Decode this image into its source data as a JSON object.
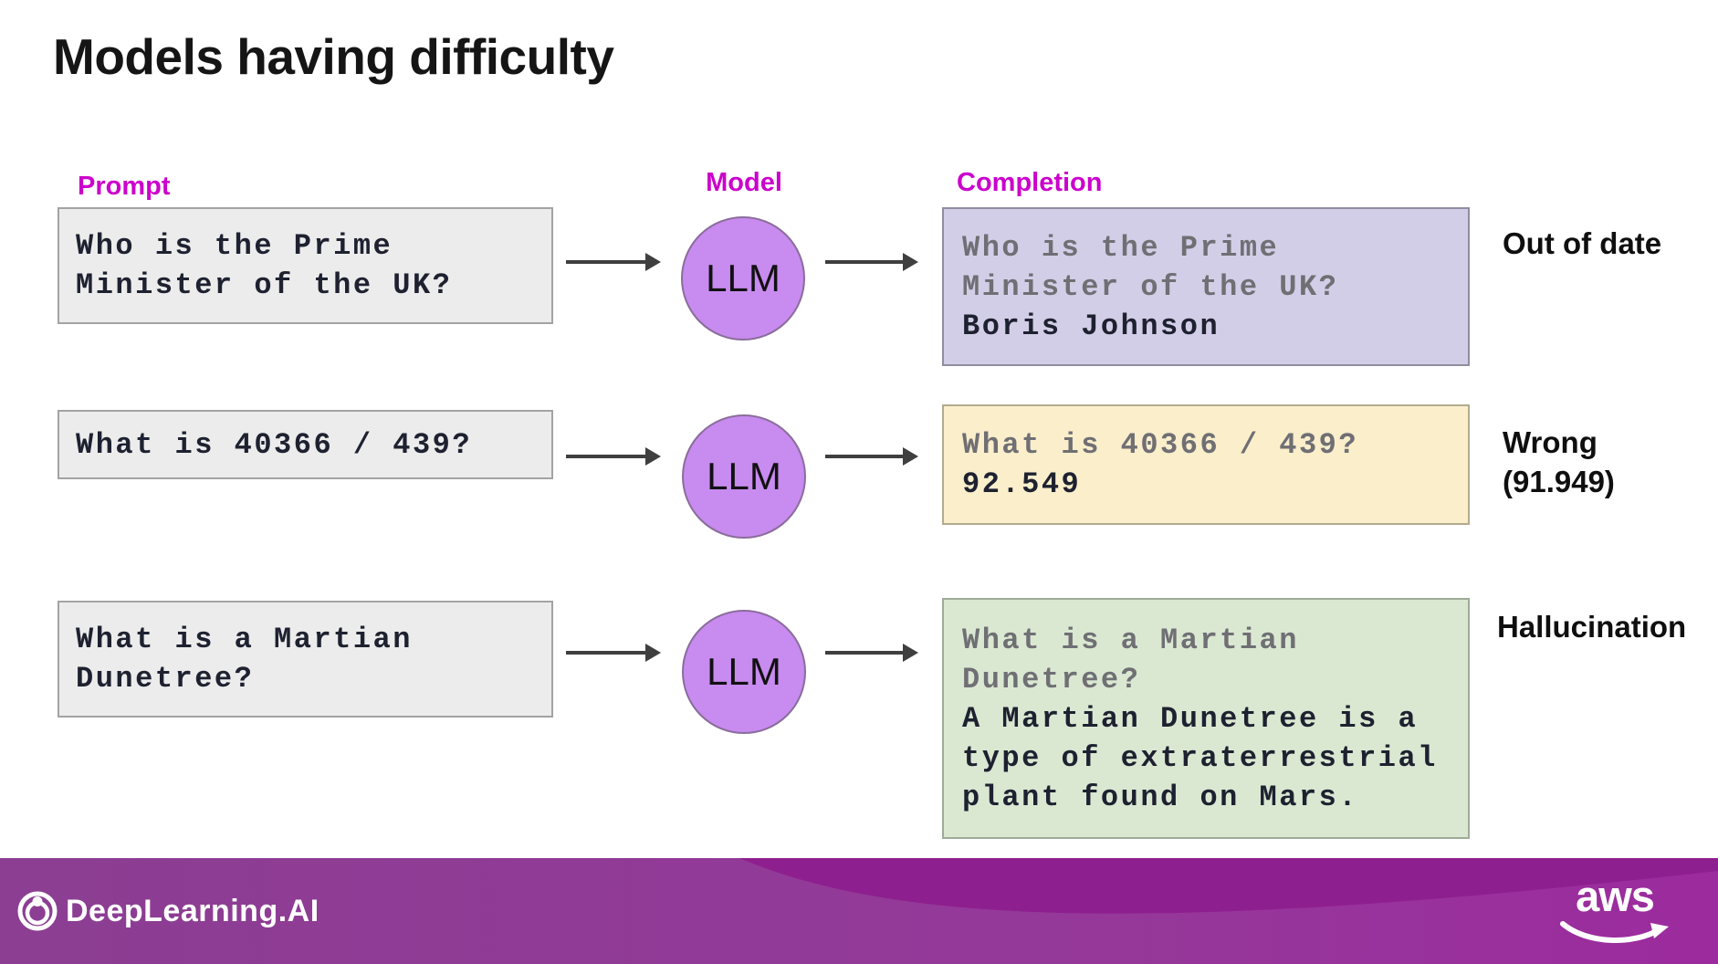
{
  "title": "Models having difficulty",
  "column_labels": {
    "prompt": "Prompt",
    "model": "Model",
    "completion": "Completion"
  },
  "model_node_label": "LLM",
  "rows": [
    {
      "prompt": "Who is the Prime\nMinister of the UK?",
      "completion_echo": "Who is the Prime\nMinister of the UK?",
      "completion_answer": "Boris Johnson",
      "annotation": "Out of date",
      "completion_bg": "#d3cee7",
      "completion_border": "#8f8da0"
    },
    {
      "prompt": "What is 40366 / 439?",
      "completion_echo": "What is 40366 / 439?",
      "completion_answer": "92.549",
      "annotation": "Wrong\n(91.949)",
      "completion_bg": "#faeecb",
      "completion_border": "#b3ab8e"
    },
    {
      "prompt": "What is a Martian\nDunetree?",
      "completion_echo": "What is a Martian\nDunetree?",
      "completion_answer": "A Martian Dunetree is a\ntype of extraterrestrial\nplant found on Mars.",
      "annotation": "Hallucination",
      "completion_bg": "#dae8d2",
      "completion_border": "#9dab97"
    }
  ],
  "footer": {
    "brand": "DeepLearning.AI",
    "partner_logo_text": "aws"
  },
  "colors": {
    "accent_magenta": "#cc00cc",
    "llm_circle_fill": "#c88bef",
    "llm_circle_border": "#8a6d9b",
    "prompt_box_bg": "#ececec",
    "prompt_box_border": "#a3a3a3",
    "arrow": "#3f3f3f",
    "echo_text": "#6f6f74",
    "answer_text": "#1e2130",
    "footer_purple": "#8b3e92",
    "footer_magenta": "#9c2b9e",
    "footer_wave": "#8e1f8e"
  }
}
